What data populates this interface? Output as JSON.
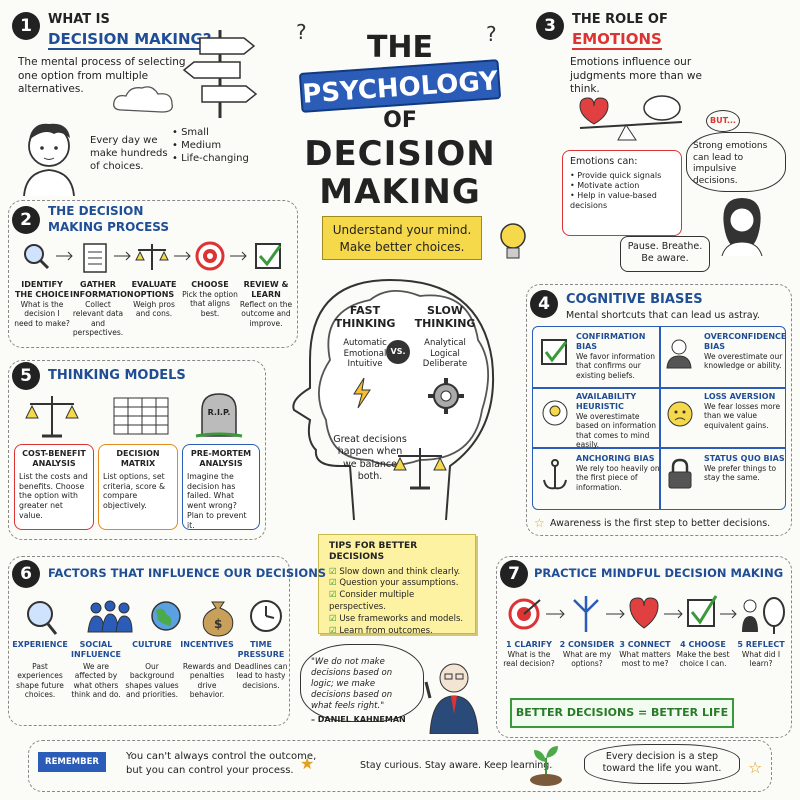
{
  "title": {
    "line1": "THE",
    "banner": "PSYCHOLOGY",
    "line3": "OF",
    "line4": "DECISION",
    "line5": "MAKING",
    "tagline1": "Understand your mind.",
    "tagline2": "Make better choices."
  },
  "s1": {
    "num": "1",
    "title1": "WHAT IS",
    "title2": "DECISION MAKING?",
    "desc": "The mental process of selecting one option from multiple alternatives.",
    "every": "Every day we make hundreds of choices.",
    "sizes": [
      "Small",
      "Medium",
      "Life-changing"
    ]
  },
  "s2": {
    "num": "2",
    "title1": "THE DECISION",
    "title2": "MAKING PROCESS",
    "steps": [
      {
        "label": "IDENTIFY THE CHOICE",
        "desc": "What is the decision I need to make?"
      },
      {
        "label": "GATHER INFORMATION",
        "desc": "Collect relevant data and perspectives."
      },
      {
        "label": "EVALUATE OPTIONS",
        "desc": "Weigh pros and cons."
      },
      {
        "label": "CHOOSE",
        "desc": "Pick the option that aligns best."
      },
      {
        "label": "REVIEW & LEARN",
        "desc": "Reflect on the outcome and improve."
      }
    ]
  },
  "s3": {
    "num": "3",
    "title1": "THE ROLE OF",
    "title2": "EMOTIONS",
    "desc": "Emotions influence our judgments more than we think.",
    "but": "BUT...",
    "strong": "Strong emotions can lead to impulsive decisions.",
    "can_title": "Emotions can:",
    "can": [
      "Provide quick signals",
      "Motivate action",
      "Help in value-based decisions"
    ],
    "pause": "Pause. Breathe. Be aware."
  },
  "brain": {
    "fast_t": "FAST THINKING",
    "fast_d": "Automatic Emotional Intuitive",
    "vs": "VS.",
    "slow_t": "SLOW THINKING",
    "slow_d": "Analytical Logical Deliberate",
    "balance": "Great decisions happen when we balance both."
  },
  "s4": {
    "num": "4",
    "title": "COGNITIVE BIASES",
    "sub": "Mental shortcuts that can lead us astray.",
    "biases": [
      {
        "name": "CONFIRMATION BIAS",
        "desc": "We favor information that confirms our existing beliefs."
      },
      {
        "name": "OVERCONFIDENCE BIAS",
        "desc": "We overestimate our knowledge or ability."
      },
      {
        "name": "AVAILABILITY HEURISTIC",
        "desc": "We overestimate based on information that comes to mind easily."
      },
      {
        "name": "LOSS AVERSION",
        "desc": "We fear losses more than we value equivalent gains."
      },
      {
        "name": "ANCHORING BIAS",
        "desc": "We rely too heavily on the first piece of information."
      },
      {
        "name": "STATUS QUO BIAS",
        "desc": "We prefer things to stay the same."
      }
    ],
    "foot": "Awareness is the first step to better decisions."
  },
  "s5": {
    "num": "5",
    "title": "THINKING MODELS",
    "models": [
      {
        "name": "COST-BENEFIT ANALYSIS",
        "desc": "List the costs and benefits. Choose the option with greater net value."
      },
      {
        "name": "DECISION MATRIX",
        "desc": "List options, set criteria, score & compare objectively."
      },
      {
        "name": "PRE-MORTEM ANALYSIS",
        "desc": "Imagine the decision has failed. What went wrong? Plan to prevent it."
      }
    ],
    "rip": "R.I.P."
  },
  "tips": {
    "title": "TIPS FOR BETTER DECISIONS",
    "items": [
      "Slow down and think clearly.",
      "Question your assumptions.",
      "Consider multiple perspectives.",
      "Use frameworks and models.",
      "Learn from outcomes."
    ]
  },
  "s6": {
    "num": "6",
    "title": "FACTORS THAT INFLUENCE OUR DECISIONS",
    "factors": [
      {
        "name": "EXPERIENCE",
        "desc": "Past experiences shape future choices."
      },
      {
        "name": "SOCIAL INFLUENCE",
        "desc": "We are affected by what others think and do."
      },
      {
        "name": "CULTURE",
        "desc": "Our background shapes values and priorities."
      },
      {
        "name": "INCENTIVES",
        "desc": "Rewards and penalties drive behavior."
      },
      {
        "name": "TIME PRESSURE",
        "desc": "Deadlines can lead to hasty decisions."
      }
    ]
  },
  "quote": {
    "text": "\"We do not make decisions based on logic; we make decisions based on what feels right.\"",
    "author": "– DANIEL KAHNEMAN"
  },
  "s7": {
    "num": "7",
    "title": "PRACTICE MINDFUL DECISION MAKING",
    "steps": [
      {
        "n": "1",
        "name": "CLARIFY",
        "desc": "What is the real decision?"
      },
      {
        "n": "2",
        "name": "CONSIDER",
        "desc": "What are my options?"
      },
      {
        "n": "3",
        "name": "CONNECT",
        "desc": "What matters most to me?"
      },
      {
        "n": "4",
        "name": "CHOOSE",
        "desc": "Make the best choice I can."
      },
      {
        "n": "5",
        "name": "REFLECT",
        "desc": "What did I learn?"
      }
    ],
    "better": "BETTER DECISIONS = BETTER LIFE"
  },
  "remember": {
    "tag": "REMEMBER",
    "text1": "You can't always control the outcome,",
    "text2": "but you can control your process.",
    "mid": "Stay curious. Stay aware. Keep learning.",
    "bubble": "Every decision is a step toward the life you want."
  }
}
